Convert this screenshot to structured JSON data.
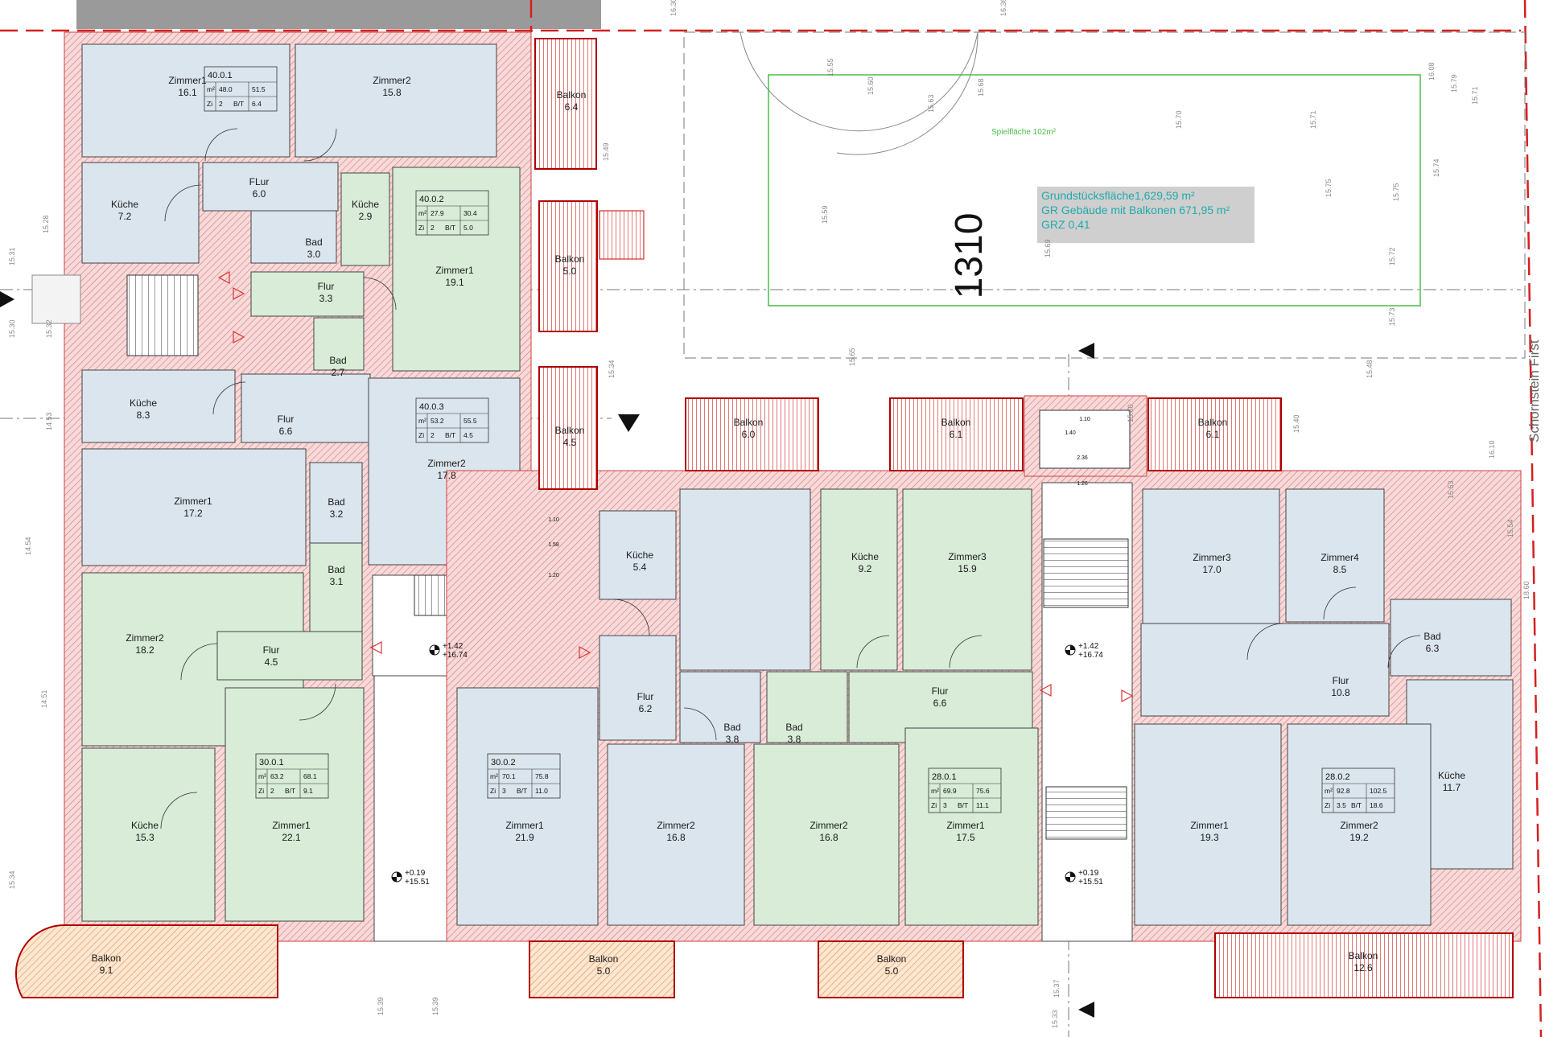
{
  "colors": {
    "blue_room": "#dbe5ee",
    "green_room": "#d8ecd8",
    "wall": "#8a8a8a",
    "insulation": "#e8a0a0",
    "balcony_red": "#c00000",
    "playground": "#4cbb4c",
    "info_text": "#22aaaa",
    "info_bg": "#cfcfcf"
  },
  "plot": {
    "number": "1310",
    "playground_label": "Spielfläche 102m²",
    "info_lines": [
      "Grundstücksfläche1,629,59  m²",
      "GR Gebäude mit Balkonen 671,95   m²",
      "GRZ 0,41"
    ],
    "chimney_label": "Schornstein  First"
  },
  "rooms": [
    {
      "name": "Zimmer1",
      "area": "16.1"
    },
    {
      "name": "Zimmer2",
      "area": "15.8"
    },
    {
      "name": "Küche",
      "area": "7.2"
    },
    {
      "name": "FLur",
      "area": "6.0"
    },
    {
      "name": "Bad",
      "area": "3.0"
    },
    {
      "name": "Küche",
      "area": "2.9"
    },
    {
      "name": "Zimmer1",
      "area": "19.1"
    },
    {
      "name": "Flur",
      "area": "3.3"
    },
    {
      "name": "Bad",
      "area": "2.7"
    },
    {
      "name": "Küche",
      "area": "8.3"
    },
    {
      "name": "Flur",
      "area": "6.6"
    },
    {
      "name": "Zimmer2",
      "area": "17.8"
    },
    {
      "name": "Zimmer1",
      "area": "17.2"
    },
    {
      "name": "Bad",
      "area": "3.2"
    },
    {
      "name": "Bad",
      "area": "3.1"
    },
    {
      "name": "Zimmer2",
      "area": "18.2"
    },
    {
      "name": "Flur",
      "area": "4.5"
    },
    {
      "name": "Küche",
      "area": "15.3"
    },
    {
      "name": "Zimmer1",
      "area": "22.1"
    },
    {
      "name": "Zimmer1",
      "area": "21.9"
    },
    {
      "name": "Küche",
      "area": "5.4"
    },
    {
      "name": "Flur",
      "area": "6.2"
    },
    {
      "name": "Zimmer2",
      "area": "16.8"
    },
    {
      "name": "Bad",
      "area": "3.8"
    },
    {
      "name": "Bad",
      "area": "3.8"
    },
    {
      "name": "Küche",
      "area": "9.2"
    },
    {
      "name": "Zimmer3",
      "area": "15.9"
    },
    {
      "name": "Flur",
      "area": "6.6"
    },
    {
      "name": "Zimmer2",
      "area": "16.8"
    },
    {
      "name": "Zimmer1",
      "area": "17.5"
    },
    {
      "name": "Zimmer3",
      "area": "17.0"
    },
    {
      "name": "Zimmer4",
      "area": "8.5"
    },
    {
      "name": "Bad",
      "area": "6.3"
    },
    {
      "name": "Flur",
      "area": "10.8"
    },
    {
      "name": "Küche",
      "area": "11.7"
    },
    {
      "name": "Zimmer1",
      "area": "19.3"
    },
    {
      "name": "Zimmer2",
      "area": "19.2"
    }
  ],
  "balconies": [
    {
      "name": "Balkon",
      "area": "6.4"
    },
    {
      "name": "Balkon",
      "area": "5.0"
    },
    {
      "name": "Balkon",
      "area": "4.5"
    },
    {
      "name": "Balkon",
      "area": "6.0"
    },
    {
      "name": "Balkon",
      "area": "6.1"
    },
    {
      "name": "Balkon",
      "area": "6.1"
    },
    {
      "name": "Balkon",
      "area": "9.1"
    },
    {
      "name": "Balkon",
      "area": "5.0"
    },
    {
      "name": "Balkon",
      "area": "5.0"
    },
    {
      "name": "Balkon",
      "area": "12.6"
    }
  ],
  "units": [
    {
      "id": "40.0.1",
      "m2": "48.0",
      "m2b": "51.5",
      "zi_label": "Zi",
      "zi": "2",
      "bt_label": "B/T",
      "bt": "6.4"
    },
    {
      "id": "40.0.2",
      "m2": "27.9",
      "m2b": "30.4",
      "zi_label": "Zi",
      "zi": "2",
      "bt_label": "B/T",
      "bt": "5.0"
    },
    {
      "id": "40.0.3",
      "m2": "53.2",
      "m2b": "55.5",
      "zi_label": "Zi",
      "zi": "2",
      "bt_label": "B/T",
      "bt": "4.5"
    },
    {
      "id": "30.0.1",
      "m2": "63.2",
      "m2b": "68.1",
      "zi_label": "Zi",
      "zi": "2",
      "bt_label": "B/T",
      "bt": "9.1"
    },
    {
      "id": "30.0.2",
      "m2": "70.1",
      "m2b": "75.8",
      "zi_label": "Zi",
      "zi": "3",
      "bt_label": "B/T",
      "bt": "11.0"
    },
    {
      "id": "28.0.1",
      "m2": "69.9",
      "m2b": "75.6",
      "zi_label": "Zi",
      "zi": "3",
      "bt_label": "B/T",
      "bt": "11.1"
    },
    {
      "id": "28.0.2",
      "m2": "92.8",
      "m2b": "102.5",
      "zi_label": "Zi",
      "zi": "3.5",
      "bt_label": "B/T",
      "bt": "18.6"
    }
  ],
  "unit_m2_label": "m²",
  "levels": [
    {
      "a": "+1.42",
      "b": "+16.74"
    },
    {
      "a": "+1.42",
      "b": "+16.74"
    },
    {
      "a": "+0.19",
      "b": "+15.51"
    },
    {
      "a": "+0.19",
      "b": "+15.51"
    }
  ],
  "elevations": [
    "15.55",
    "15.60",
    "15.63",
    "15.68",
    "15.70",
    "15.71",
    "15.79",
    "16.08",
    "15.71",
    "15.74",
    "15.75",
    "15.75",
    "15.59",
    "15.69",
    "15.72",
    "15.73",
    "15.48",
    "15.40",
    "15.53",
    "15.54",
    "15.49",
    "15.34",
    "15.28",
    "15.31",
    "15.30",
    "15.32",
    "14.53",
    "14.54",
    "14.51",
    "15.34",
    "15.39",
    "15.39",
    "15.37",
    "15.33",
    "16.30",
    "16.36",
    "15.65",
    "15.60",
    "16.10",
    "18.60"
  ],
  "elevator_dims": [
    "1.10",
    "1.40",
    "2.36",
    "1.26",
    "1.10",
    "1.58",
    "1.20"
  ]
}
